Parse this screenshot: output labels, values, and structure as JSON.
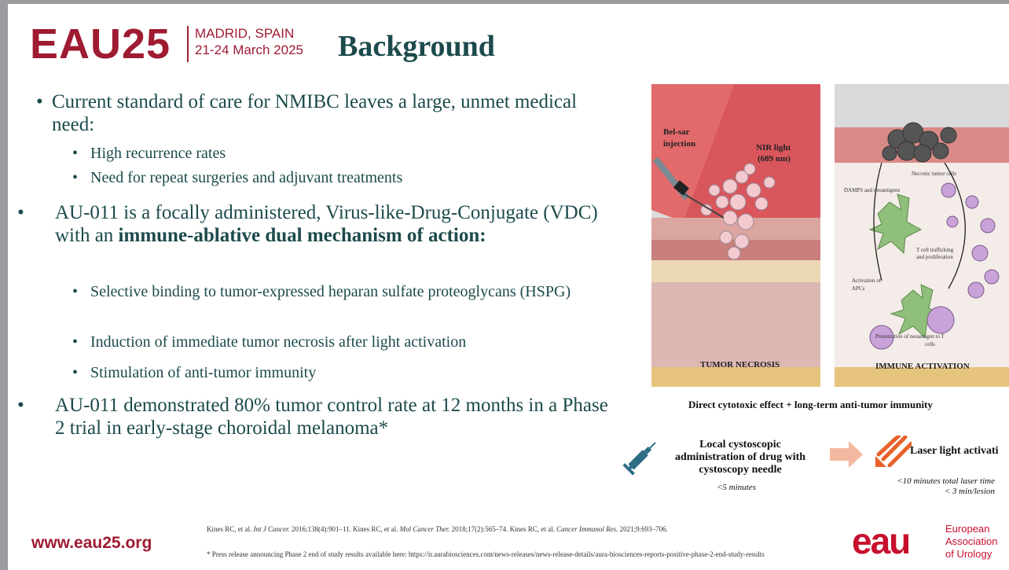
{
  "header": {
    "logo": "EAU25",
    "city": "MADRID, SPAIN",
    "dates": "21-24 March 2025",
    "title": "Background"
  },
  "bullets": {
    "b1": {
      "dot": "•",
      "text": "Current standard of care for NMIBC leaves a large, unmet medical need:"
    },
    "b1_subs": [
      "High recurrence rates",
      "Need for repeat surgeries and adjuvant treatments"
    ],
    "b2": {
      "dot": "•",
      "text_plain": "AU-011 is a focally administered, Virus-like-Drug-Conjugate (VDC) with an ",
      "text_bold": "immune-ablative dual mechanism of action:"
    },
    "b2_subs": [
      "Selective binding to tumor-expressed heparan sulfate proteoglycans (HSPG)",
      "Induction of immediate tumor necrosis after light activation",
      "Stimulation of anti-tumor immunity"
    ],
    "b3": {
      "dot": "•",
      "text": "AU-011 demonstrated 80% tumor control rate at 12 months in a Phase 2 trial in early-stage choroidal melanoma*"
    },
    "sub_dot": "•"
  },
  "figure": {
    "left_panel": {
      "injection_label_1": "Bel-sar",
      "injection_label_2": "injection",
      "light_label_1": "NIR light",
      "light_label_2": "(689 nm)",
      "bottom_label": "TUMOR NECROSIS"
    },
    "right_panel": {
      "necrotic": "Necrotic tumor cells",
      "damps": "DAMPS and neoantigens",
      "tcell": "T cell trafficking",
      "tcell2": "and proliferation",
      "activation": "Activation of",
      "activation2": "APCs",
      "presentation": "Presentation of neoantigen to T",
      "presentation2": "cells",
      "bottom_label": "IMMUNE ACTIVATION"
    },
    "caption": "Direct cytotoxic effect + long-term anti-tumor immunity",
    "step1": {
      "line1": "Local cystoscopic",
      "line2": "administration of drug with",
      "line3": "cystoscopy needle",
      "note": "<5 minutes"
    },
    "step2": {
      "label": "Laser light activati",
      "note1": "<10 minutes total laser time",
      "note2": "< 3 min/lesion"
    }
  },
  "footer": {
    "url": "www.eau25.org",
    "ref_1a": "Kines RC, et al. ",
    "ref_1b": "Int J Cancer.",
    "ref_1c": " 2016;138(4):901–11. Kines RC, et al. ",
    "ref_1d": "Mol Cancer Ther.",
    "ref_1e": " 2018;17(2):565–74. Kines RC, et al. ",
    "ref_1f": "Cancer Immunol Res.",
    "ref_1g": " 2021;9:693–706.",
    "ref_2": "* Press release announcing Phase 2 end of study results available here: https://ir.aurabiosciences.com/news-releases/news-release-details/aura-biosciences-reports-positive-phase-2-end-study-results",
    "org_logo": "eau",
    "org_1": "European",
    "org_2": "Association",
    "org_3": "of Urology"
  },
  "colors": {
    "brand": "#9e1b32",
    "title": "#1c4a4c",
    "eau_red": "#c8102e"
  },
  "icons": [
    "syringe-icon",
    "arrow-right-icon",
    "laser-light-icon"
  ]
}
